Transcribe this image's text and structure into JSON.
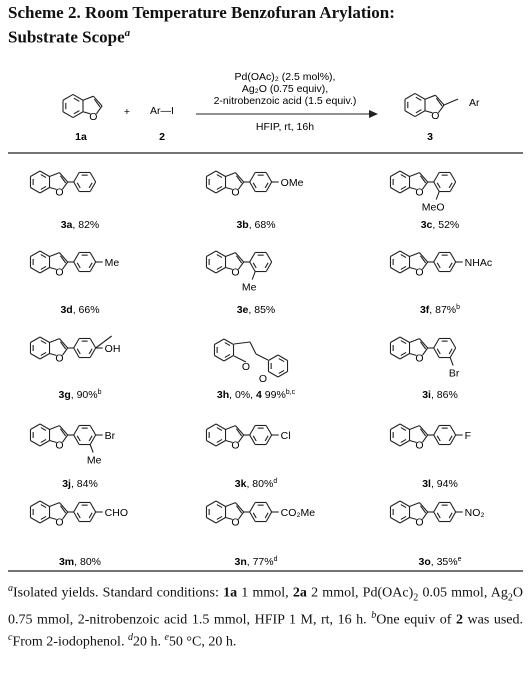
{
  "title": {
    "line1": "Scheme 2. Room Temperature Benzofuran Arylation:",
    "line2": "Substrate Scope",
    "mark": "a"
  },
  "reaction": {
    "reactant1_label": "1a",
    "plus": "+",
    "reactant2_formula": "Ar—I",
    "reactant2_label": "2",
    "conditions_above": [
      "Pd(OAc)₂ (2.5 mol%),",
      "Ag₂O (0.75 equiv),",
      "2-nitrobenzoic acid (1.5 equiv.)"
    ],
    "conditions_below": "HFIP, rt, 16h",
    "product_label": "3",
    "product_substituent": "Ar"
  },
  "products": [
    {
      "id": "3a",
      "yield": ", 82%",
      "sup": ""
    },
    {
      "id": "3b",
      "yield": ", 68%",
      "sup": "",
      "group": "OMe"
    },
    {
      "id": "3c",
      "yield": ", 52%",
      "sup": "",
      "group": "MeO"
    },
    {
      "id": "3d",
      "yield": ", 66%",
      "sup": "",
      "group": "Me"
    },
    {
      "id": "3e",
      "yield": ", 85%",
      "sup": "",
      "group": "Me"
    },
    {
      "id": "3f",
      "yield": ", 87%",
      "sup": "b",
      "group": "NHAc"
    },
    {
      "id": "3g",
      "yield": ", 90%",
      "sup": "b",
      "group": "OH"
    },
    {
      "id": "3h",
      "yield": ", 0%, ",
      "id2": "4",
      "yield2": " 99%",
      "sup": "b,c",
      "group": "O"
    },
    {
      "id": "3i",
      "yield": ", 86%",
      "sup": "",
      "group": "Br"
    },
    {
      "id": "3j",
      "yield": ", 84%",
      "sup": "",
      "group": "Br",
      "group2": "Me"
    },
    {
      "id": "3k",
      "yield": ", 80%",
      "sup": "d",
      "group": "Cl"
    },
    {
      "id": "3l",
      "yield": ", 94%",
      "sup": "",
      "group": "F"
    },
    {
      "id": "3m",
      "yield": ", 80%",
      "sup": "",
      "group": "CHO"
    },
    {
      "id": "3n",
      "yield": ", 77%",
      "sup": "d",
      "group": "CO₂Me"
    },
    {
      "id": "3o",
      "yield": ", 35%",
      "sup": "e",
      "group": "NO₂"
    }
  ],
  "ring_oxygen": "O",
  "footnote": {
    "a_mark": "a",
    "a_text1": "Isolated yields. Standard conditions: ",
    "c1": "1a",
    "a_text2": " 1 mmol, ",
    "c2": "2a",
    "a_text3": " 2 mmol, Pd(OAc)",
    "sub2": "2",
    "a_text4": " 0.05 mmol, Ag",
    "a_text5": "O 0.75 mmol, 2-nitrobenzoic acid 1.5 mmol, HFIP 1 M, rt, 16 h. ",
    "b_mark": "b",
    "b_text1": "One equiv of ",
    "c3": "2",
    "b_text2": " was used. ",
    "c_mark": "c",
    "c_text": "From 2-iodophenol. ",
    "d_mark": "d",
    "d_text": "20 h. ",
    "e_mark": "e",
    "e_text": "50 °C, 20 h."
  }
}
